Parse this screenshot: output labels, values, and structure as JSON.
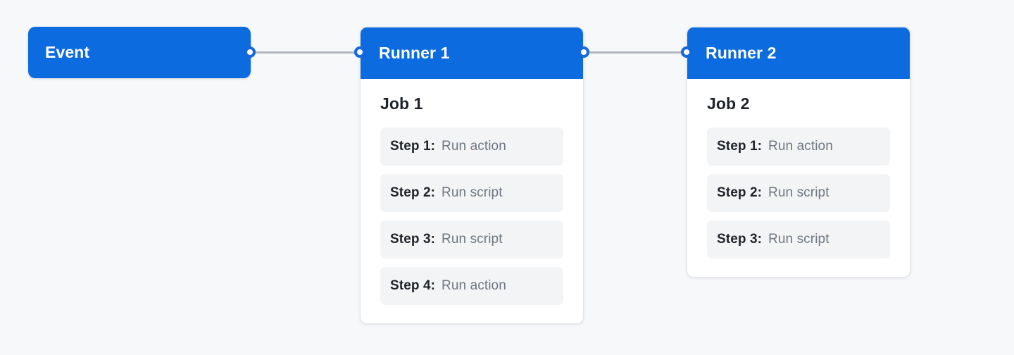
{
  "theme": {
    "canvas_bg": "#f6f8fa",
    "accent_blue": "#0d6be0",
    "port_ring": "#1668dc",
    "edge_gray": "#b1b6bd",
    "chip_bg": "#f3f4f6",
    "text_dark": "#1f2328",
    "text_muted": "#6e7781"
  },
  "diagram": {
    "type": "flow",
    "event": {
      "label": "Event"
    },
    "runners": [
      {
        "title": "Runner 1",
        "job": "Job 1",
        "steps": [
          {
            "key": "Step 1:",
            "value": "Run action"
          },
          {
            "key": "Step 2:",
            "value": "Run script"
          },
          {
            "key": "Step 3:",
            "value": "Run script"
          },
          {
            "key": "Step 4:",
            "value": "Run action"
          }
        ]
      },
      {
        "title": "Runner 2",
        "job": "Job 2",
        "steps": [
          {
            "key": "Step 1:",
            "value": "Run action"
          },
          {
            "key": "Step 2:",
            "value": "Run script"
          },
          {
            "key": "Step 3:",
            "value": "Run script"
          }
        ]
      }
    ]
  }
}
